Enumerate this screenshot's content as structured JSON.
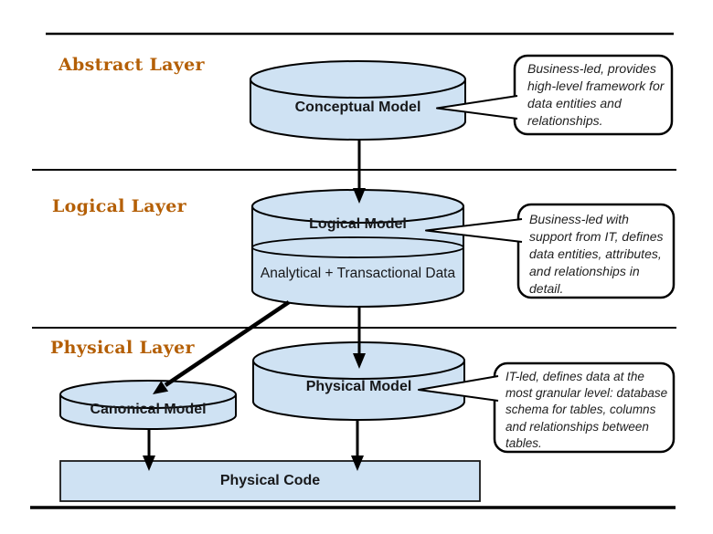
{
  "colors": {
    "background": "#ffffff",
    "cylinder_fill": "#cfe2f3",
    "outline": "#000000",
    "layer_label": "#b45f06",
    "callout_fill": "#ffffff",
    "callout_text": "#1f1f1f"
  },
  "layers": [
    {
      "label": "Abstract Layer"
    },
    {
      "label": "Logical Layer"
    },
    {
      "label": "Physical Layer"
    }
  ],
  "nodes": {
    "conceptual": {
      "label": "Conceptual Model"
    },
    "logical": {
      "label": "Logical Model",
      "sublabel": "Analytical + Transactional Data"
    },
    "physical": {
      "label": "Physical Model"
    },
    "canonical": {
      "label": "Canonical Model"
    },
    "physical_code": {
      "label": "Physical Code"
    }
  },
  "callouts": {
    "abstract": {
      "text": "Business-led, provides\nhigh-level framework for\ndata entities and\nrelationships."
    },
    "logical": {
      "text": "Business-led with\nsupport from IT, defines\ndata entities, attributes,\nand relationships in\ndetail."
    },
    "physical": {
      "text": "IT-led, defines data at the\nmost granular level: database\nschema for tables, columns\nand relationships between\ntables."
    }
  }
}
